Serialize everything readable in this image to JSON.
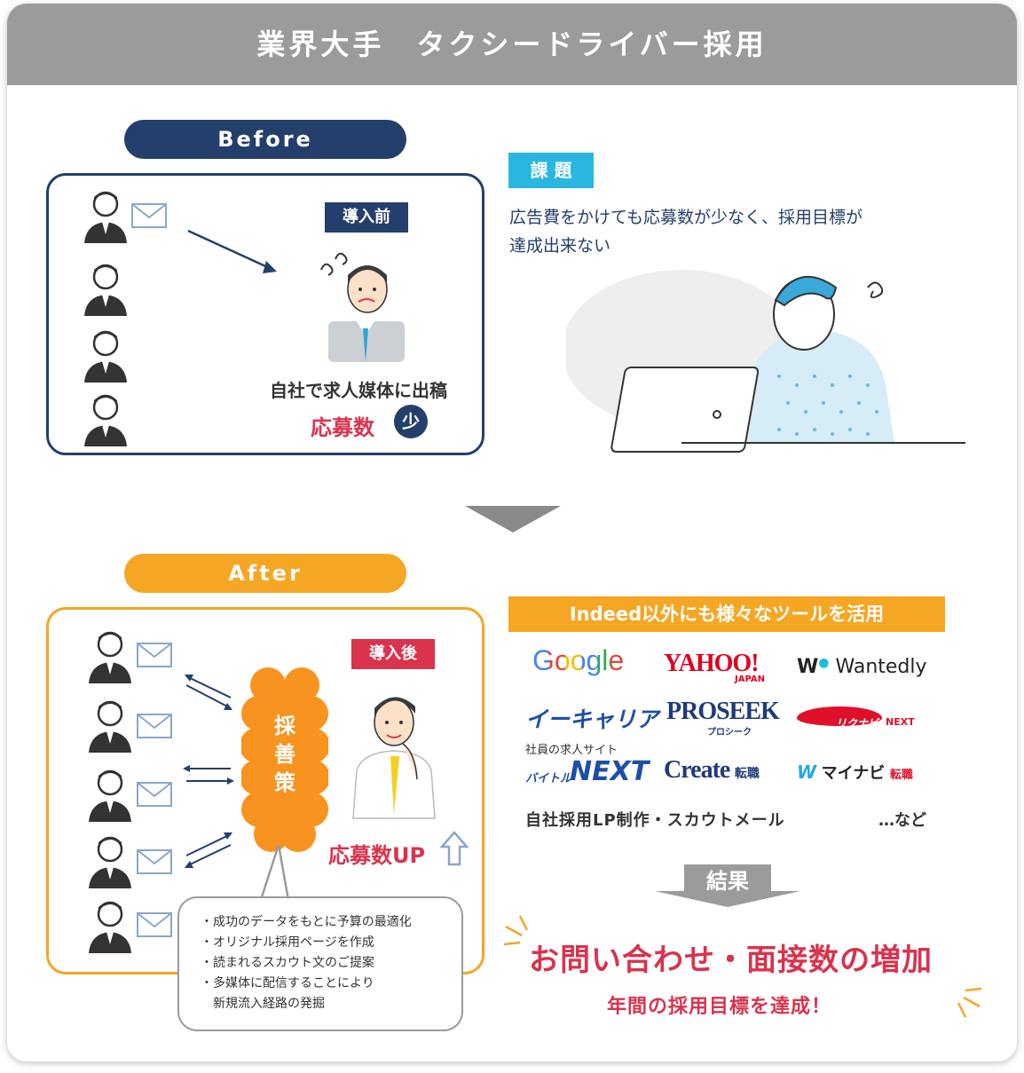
{
  "title": "業界大手　タクシードライバー採用",
  "before": {
    "label": "Before",
    "badge": "導入前",
    "caption": "自社で求人媒体に出稿",
    "result_label": "応募数",
    "result_badge": "少"
  },
  "issue": {
    "tag": "課 題",
    "text_line1": "広告費をかけても応募数が少なく、採用目標が",
    "text_line2": "達成出来ない"
  },
  "after": {
    "label": "After",
    "badge": "導入後",
    "center": "採善策",
    "result": "応募数UP",
    "bullets": [
      "・成功のデータをもとに予算の最適化",
      "・オリジナル採用ページを作成",
      "・読まれるスカウト文のご提案",
      "・多媒体に配信することにより",
      "　新規流入経路の発掘"
    ]
  },
  "tools": {
    "heading": "Indeed以外にも様々なツールを活用",
    "logos": {
      "google": "Google",
      "yahoo": "YAHOO!",
      "yahoo_sub": "JAPAN",
      "wantedly": "Wantedly",
      "ecareer": "イーキャリア",
      "proseek": "PROSEEK",
      "proseek_sub": "プロシーク",
      "rikunabi": "リクナビ",
      "rikunabi_next": "NEXT",
      "baitoru_small": "社員の求人サイト",
      "baitoru_prefix": "バイトル",
      "baitoru_next": "NEXT",
      "create": "Create",
      "create_suffix": "転職",
      "mynavi": "マイナビ",
      "mynavi_suffix": "転職"
    },
    "extra": "自社採用LP制作・スカウトメール",
    "etc": "…など"
  },
  "result": {
    "label": "結果",
    "headline": "お問い合わせ・面接数の増加",
    "sub": "年間の採用目標を達成！"
  },
  "colors": {
    "navy": "#243f6b",
    "orange": "#f5a623",
    "red": "#d9334d",
    "cyan": "#29b6e0",
    "gray": "#9b9b9b"
  }
}
